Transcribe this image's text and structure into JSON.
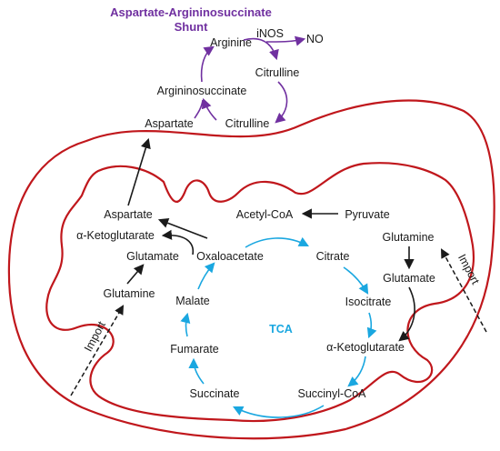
{
  "colors": {
    "membrane": "#c0171c",
    "shunt": "#7030a0",
    "tca": "#1aa7e0",
    "black": "#1a1a1a"
  },
  "shunt": {
    "title_line1": "Aspartate-Argininosuccinate",
    "title_line2": "Shunt",
    "inos": "iNOS",
    "no": "NO",
    "arginine": "Arginine",
    "citrulline_top": "Citrulline",
    "argininosuccinate": "Argininosuccinate",
    "aspartate": "Aspartate",
    "citrulline_bottom": "Citrulline"
  },
  "matrix": {
    "acetyl_coa": "Acetyl-CoA",
    "pyruvate": "Pyruvate",
    "aspartate": "Aspartate",
    "alpha_kg_left": "α-Ketoglutarate",
    "glutamate_left": "Glutamate",
    "oxaloacetate": "Oxaloacetate",
    "citrate": "Citrate",
    "glutamine_left": "Glutamine",
    "malate": "Malate",
    "isocitrate": "Isocitrate",
    "tca": "TCA",
    "fumarate": "Fumarate",
    "alpha_kg_right": "α-Ketoglutarate",
    "succinate": "Succinate",
    "succinyl_coa": "Succinyl-CoA",
    "glutamine_right": "Glutamine",
    "glutamate_right": "Glutamate",
    "import_left": "Import",
    "import_right": "Import"
  }
}
